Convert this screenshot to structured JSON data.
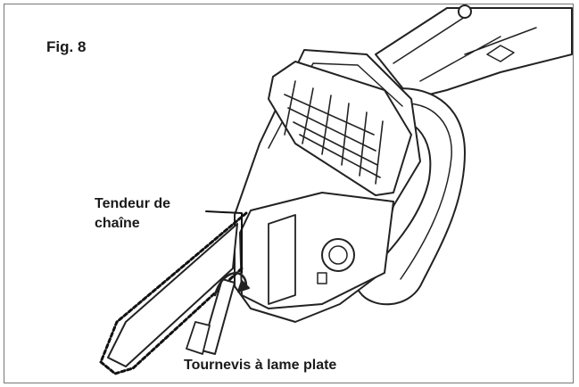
{
  "figure": {
    "title": "Fig. 8",
    "labels": {
      "chain_tensioner_line1": "Tendeur de",
      "chain_tensioner_line2": "chaîne",
      "screwdriver": "Tournevis à lame plate"
    }
  }
}
